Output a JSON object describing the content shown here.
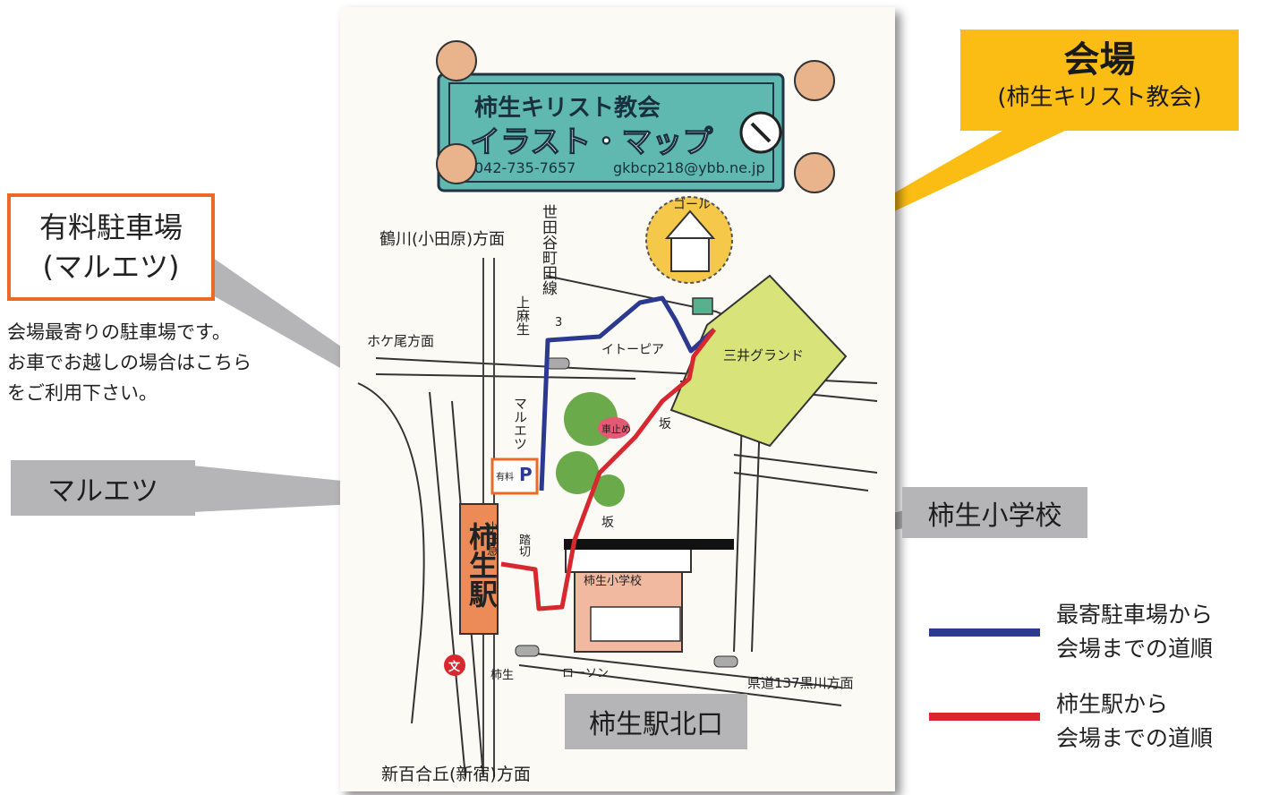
{
  "map": {
    "header": {
      "church_name": "柿生キリスト教会",
      "subtitle": "イラスト・マップ",
      "phone": "042-735-7657",
      "email": "gkbcp218@ybb.ne.jp"
    },
    "goal_label": "ゴール",
    "labels": {
      "tsurukawa": "鶴川(小田原)方面",
      "setagaya_line": "世田谷町田線",
      "route_number": "3",
      "kamiasao": "上麻生",
      "nagao": "ホケ尾方面",
      "itopia": "イトーピア",
      "mitsui_ground": "三井グランド",
      "maruetsu_vertical": "マルエツ",
      "stop": "車止め",
      "slope_1": "坂",
      "slope_2": "坂",
      "odakyu": "小田急",
      "station": "柿生駅",
      "school": "柿生小学校",
      "lawson": "ローソン",
      "kakio_sign": "柿生",
      "prefectural_road": "県道137黒川方面",
      "shinyurigaoka": "新百合丘(新宿)方面",
      "bunkyo_mark": "文",
      "parking_mark": "P",
      "parking_small": "有料",
      "crossing": "踏切"
    }
  },
  "callouts": {
    "venue": {
      "title": "会場",
      "subtitle": "(柿生キリスト教会)"
    },
    "parking": {
      "title": "有料駐車場",
      "subtitle": "(マルエツ)"
    },
    "parking_note": [
      "会場最寄りの駐車場です。",
      "お車でお越しの場合はこちら",
      "をご利用下さい。"
    ],
    "maruetsu": "マルエツ",
    "school": "柿生小学校",
    "station_north": "柿生駅北口"
  },
  "legend": [
    {
      "color": "#2b3990",
      "lines": [
        "最寄駐車場から",
        "会場までの道順"
      ]
    },
    {
      "color": "#d7282f",
      "lines": [
        "柿生駅から",
        "会場までの道順"
      ]
    }
  ],
  "colors": {
    "blue_route": "#2b3990",
    "red_route": "#d7282f",
    "venue_yellow": "#fbbd14",
    "parking_orange": "#ec6a25",
    "callout_gray": "#b5b5b7",
    "banner_teal": "#5fb9b0",
    "ground_green": "#d8e37a"
  }
}
